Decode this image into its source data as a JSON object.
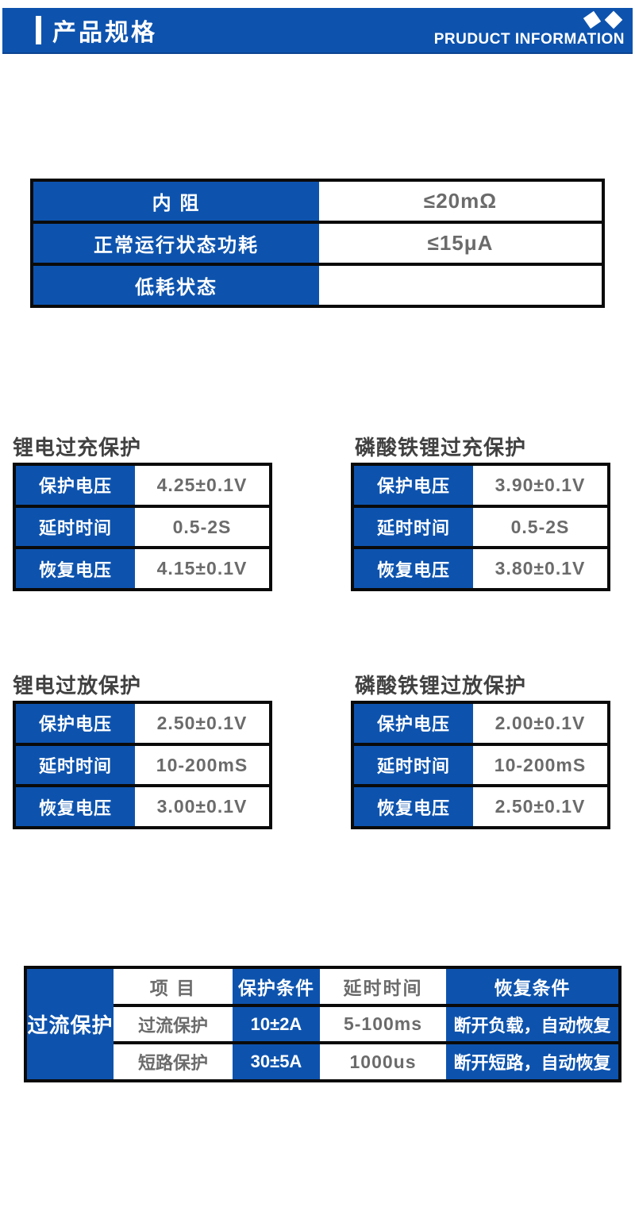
{
  "header": {
    "title": "产品规格",
    "subtitle": "PRUDUCT INFORMATION"
  },
  "colors": {
    "accent_blue": "#0d53ae",
    "accent_blue_dark": "#0b4491",
    "value_gray": "#6b6b6b",
    "title_gray": "#414141",
    "border_black": "#0a0a0a"
  },
  "spec_table": {
    "rows": [
      {
        "label": "内  阻",
        "value": "≤20mΩ"
      },
      {
        "label": "正常运行状态功耗",
        "value": "≤15μA"
      },
      {
        "label": "低耗状态",
        "value": ""
      }
    ]
  },
  "tables": {
    "li_overcharge": {
      "title": "锂电过充保护",
      "rows": [
        {
          "label": "保护电压",
          "value": "4.25±0.1V"
        },
        {
          "label": "延时时间",
          "value": "0.5-2S"
        },
        {
          "label": "恢复电压",
          "value": "4.15±0.1V"
        }
      ]
    },
    "lifepo4_overcharge": {
      "title": "磷酸铁锂过充保护",
      "rows": [
        {
          "label": "保护电压",
          "value": "3.90±0.1V"
        },
        {
          "label": "延时时间",
          "value": "0.5-2S"
        },
        {
          "label": "恢复电压",
          "value": "3.80±0.1V"
        }
      ]
    },
    "li_overdischarge": {
      "title": "锂电过放保护",
      "rows": [
        {
          "label": "保护电压",
          "value": "2.50±0.1V"
        },
        {
          "label": "延时时间",
          "value": "10-200mS"
        },
        {
          "label": "恢复电压",
          "value": "3.00±0.1V"
        }
      ]
    },
    "lifepo4_overdischarge": {
      "title": "磷酸铁锂过放保护",
      "rows": [
        {
          "label": "保护电压",
          "value": "2.00±0.1V"
        },
        {
          "label": "延时时间",
          "value": "10-200mS"
        },
        {
          "label": "恢复电压",
          "value": "2.50±0.1V"
        }
      ]
    }
  },
  "overcurrent_table": {
    "group_label": "过流保护",
    "headers": {
      "item": "项  目",
      "protect": "保护条件",
      "delay": "延时时间",
      "recover": "恢复条件"
    },
    "rows": [
      {
        "item": "过流保护",
        "protect": "10±2A",
        "delay": "5-100ms",
        "recover": "断开负载，自动恢复"
      },
      {
        "item": "短路保护",
        "protect": "30±5A",
        "delay": "1000us",
        "recover": "断开短路，自动恢复"
      }
    ]
  }
}
